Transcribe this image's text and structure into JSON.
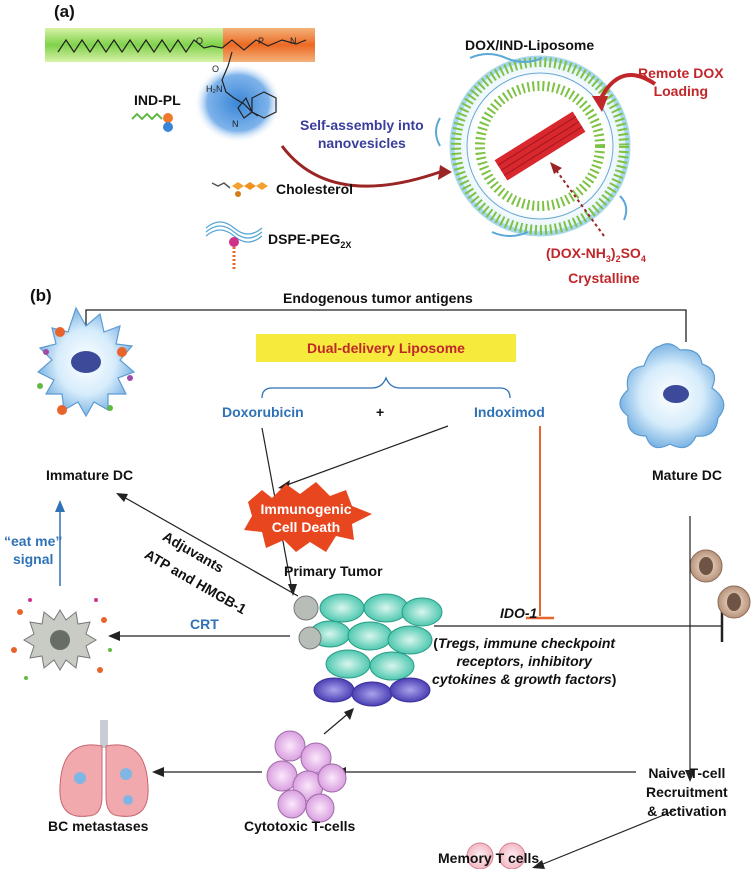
{
  "panel_a": {
    "tag": "(a)",
    "ind_pl": "IND-PL",
    "liposome_title": "DOX/IND-Liposome",
    "remote_dox_1": "Remote DOX",
    "remote_dox_2": "Loading",
    "self_assembly_1": "Self-assembly into",
    "self_assembly_2": "nanovesicles",
    "cholesterol": "Cholesterol",
    "dspe_peg": "DSPE-PEG",
    "dspe_peg_sub": "2X",
    "crystal_1a": "(DOX-NH",
    "crystal_1b": "3",
    "crystal_1c": ")",
    "crystal_1d": "2",
    "crystal_1e": "SO",
    "crystal_1f": "4",
    "crystal_2": "Crystalline"
  },
  "panel_b": {
    "tag": "(b)",
    "endogenous": "Endogenous tumor antigens",
    "dual_delivery": "Dual-delivery Liposome",
    "doxorubicin": "Doxorubicin",
    "plus": "+",
    "indoximod": "Indoximod",
    "immature_dc": "Immature DC",
    "mature_dc": "Mature DC",
    "icd_1": "Immunogenic",
    "icd_2": "Cell Death",
    "adjuvants": "Adjuvants",
    "atp_hmgb": "ATP and HMGB-1",
    "eat_me_1": "“eat me”",
    "eat_me_2": "signal",
    "crt": "CRT",
    "primary_tumor": "Primary Tumor",
    "ido1": "IDO-1",
    "tregs_1": "Tregs, immune checkpoint",
    "tregs_2": "receptors, inhibitory",
    "tregs_3": "cytokines & growth factors",
    "naive_1": "Naive T-cell",
    "naive_2": "Recruitment",
    "naive_3": "& activation",
    "bc_metastases": "BC metastases",
    "cytotoxic": "Cytotoxic T-cells",
    "memory": "Memory T cells"
  },
  "colors": {
    "accent_blue": "#2f72b5",
    "accent_red": "#c0262a",
    "accent_purple": "#3b3d9c",
    "orange_inhibit": "#e8642c",
    "banner_yellow": "#f6ea3c",
    "burst_red": "#e8461e"
  }
}
